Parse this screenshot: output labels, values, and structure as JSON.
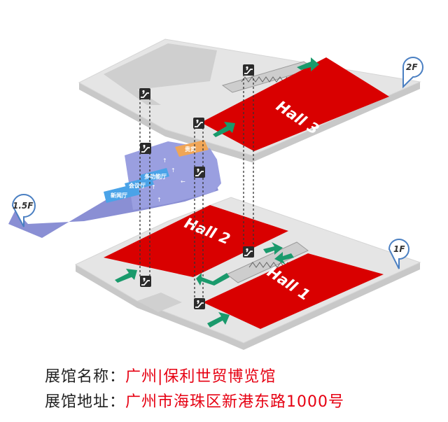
{
  "floors": {
    "upper": "2F",
    "middle": "1.5F",
    "lower": "1F"
  },
  "halls": {
    "hall3": "Hall 3",
    "hall2": "Hall 2",
    "hall1": "Hall 1"
  },
  "rooms": {
    "room_a": "多功能厅",
    "room_b": "会议厅",
    "room_c": "新闻厅",
    "room_d": "贵宾"
  },
  "info": {
    "name_key": "展馆名称：",
    "name_value": "广州|保利世贸博览馆",
    "addr_key": "展馆地址：",
    "addr_value": "广州市海珠区新港东路1000号"
  },
  "colors": {
    "hall": "#d90000",
    "floor": "#e4e4e4",
    "mezzanine": "#8a8fd4",
    "mezzanine_room": "#4aa3e8",
    "arrow": "#1a9a6c",
    "orange_room": "#f0a657",
    "marker": "#4a7fc2"
  },
  "icons": [
    "escalator-icon",
    "direction-arrow-icon",
    "floor-marker-icon"
  ]
}
